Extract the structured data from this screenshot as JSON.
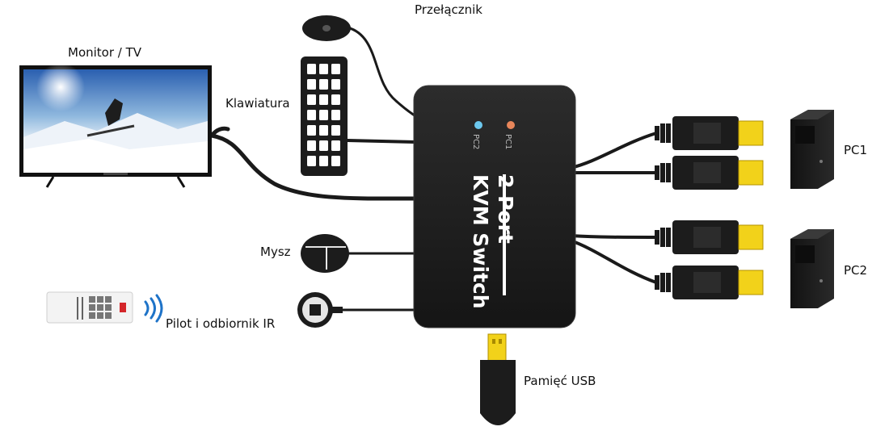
{
  "labels": {
    "switch_button": "Przełącznik",
    "monitor": "Monitor / TV",
    "keyboard": "Klawiatura",
    "mouse": "Mysz",
    "ir": "Pilot i odbiornik IR",
    "usb": "Pamięć USB",
    "pc1": "PC1",
    "pc2": "PC2"
  },
  "kvm": {
    "title_line1": "2 Port",
    "title_line2": "KVM Switch",
    "led_pc1": "PC1",
    "led_pc2": "PC2"
  },
  "colors": {
    "led_pc1": "#e8865a",
    "led_pc2": "#6cc8ee",
    "hdmi_gold": "#f2d21a",
    "device_body": "#1e1e1e"
  }
}
